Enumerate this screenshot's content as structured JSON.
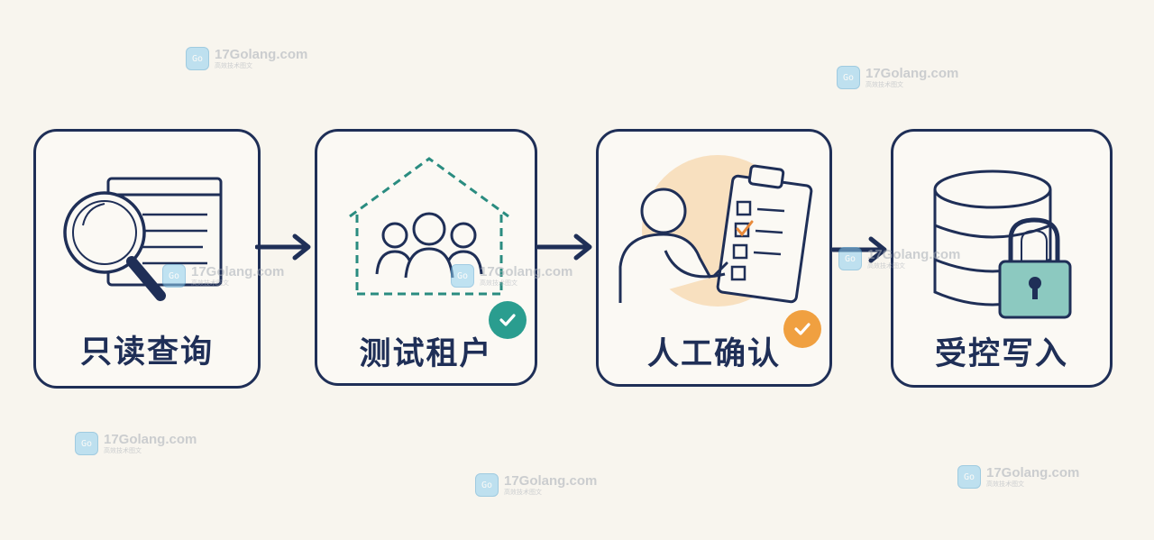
{
  "colors": {
    "ink": "#1f2f57",
    "teal": "#2a9d8f",
    "orange": "#f0a040",
    "background": "#f8f5ee"
  },
  "steps": [
    {
      "label": "只读查询",
      "icon": "magnifier-document-icon"
    },
    {
      "label": "测试租户",
      "icon": "tenant-group-icon",
      "badge": "check-icon"
    },
    {
      "label": "人工确认",
      "icon": "person-checklist-icon",
      "badge": "check-icon"
    },
    {
      "label": "受控写入",
      "icon": "database-lock-icon"
    }
  ],
  "watermark": {
    "text": "17Golang.com",
    "subtext": "高效技术图文",
    "logo": "Go"
  }
}
